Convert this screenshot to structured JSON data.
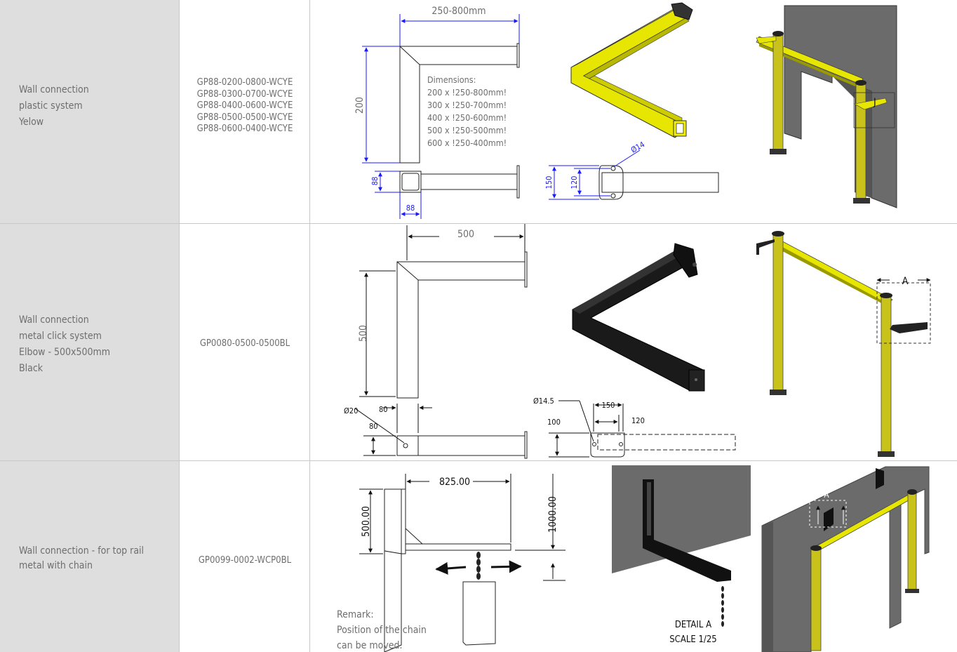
{
  "rows": [
    {
      "description": [
        "Wall connection",
        "plastic system",
        "Yelow"
      ],
      "codes": [
        "GP88-0200-0800-WCYE",
        "GP88-0300-0700-WCYE",
        "GP88-0400-0600-WCYE",
        "GP88-0500-0500-WCYE",
        "GP88-0600-0400-WCYE"
      ],
      "drawing": {
        "top_dim": "250-800mm",
        "side_dim": "200",
        "dimensions_title": "Dimensions:",
        "dimensions": [
          "200 x !250-800mm!",
          "300 x !250-700mm!",
          "400 x !250-600mm!",
          "500 x !250-500mm!",
          "600 x !250-400mm!"
        ],
        "section_h": "88",
        "section_w": "88",
        "hole": "Ø14",
        "plate_outer": "150",
        "plate_inner": "120",
        "detail_mark": "J"
      }
    },
    {
      "description": [
        "Wall connection",
        "metal click system",
        "Elbow - 500x500mm",
        "Black"
      ],
      "codes": [
        "GP0080-0500-0500BL"
      ],
      "drawing": {
        "top_dim": "500",
        "side_dim": "500",
        "hole_left": "Ø20",
        "tube_w": "80",
        "tube_h": "80",
        "hole_plate": "Ø14.5",
        "plate_w": "150",
        "plate_inner": "120",
        "plate_h": "100",
        "detail_mark": "A"
      }
    },
    {
      "description": [
        "Wall connection - for top rail",
        "metal with chain"
      ],
      "codes": [
        "GP0099-0002-WCP0BL"
      ],
      "drawing": {
        "top_dim": "825.00",
        "side_dim": "500.00",
        "right_dim": "1000.00",
        "remark": [
          "Remark:",
          "Position of the chain",
          "can be moved."
        ],
        "detail_title": "DETAIL  A",
        "detail_scale": "SCALE 1/25",
        "detail_mark": "A"
      }
    }
  ],
  "colors": {
    "desc_bg": "#dedede",
    "border": "#c8c8c8",
    "dim_blue": "#1a1aff",
    "yellow": "#e6e600",
    "post_yellow": "#c9c21a",
    "wall": "#6b6b6b"
  }
}
